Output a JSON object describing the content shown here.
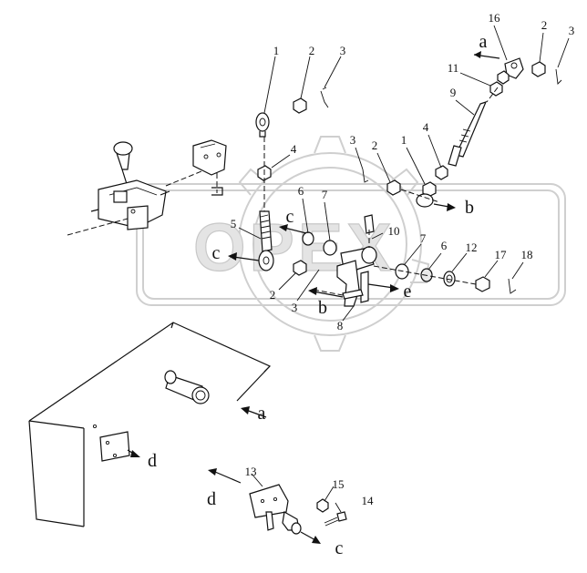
{
  "diagram": {
    "watermark": "OPEX",
    "part_numbers": [
      "1",
      "2",
      "3",
      "4",
      "5",
      "6",
      "7",
      "8",
      "9",
      "10",
      "11",
      "12",
      "13",
      "14",
      "15",
      "16",
      "17",
      "18"
    ],
    "callouts": {
      "top_1": "1",
      "top_2": "2",
      "top_3": "3",
      "tr_16": "16",
      "tr_2": "2",
      "tr_3": "3",
      "tr_11": "11",
      "tr_9": "9",
      "tr_4": "4",
      "mid_3": "3",
      "mid_2": "2",
      "mid_1": "1",
      "left_4": "4",
      "c_6": "6",
      "c_7": "7",
      "c_5": "5",
      "c_10": "10",
      "r_7": "7",
      "r_6": "6",
      "r_12": "12",
      "r_17": "17",
      "r_18": "18",
      "b_2": "2",
      "b_3": "3",
      "b_8": "8",
      "br_13": "13",
      "br_15": "15",
      "br_14": "14"
    },
    "arrow_letters": {
      "a_top": "a",
      "b_right": "b",
      "c_mid": "c",
      "c_left": "c",
      "e_right": "e",
      "b_bottom": "b",
      "a_box": "a",
      "d_box": "d",
      "d_bracket": "d",
      "c_bottom": "c"
    }
  }
}
